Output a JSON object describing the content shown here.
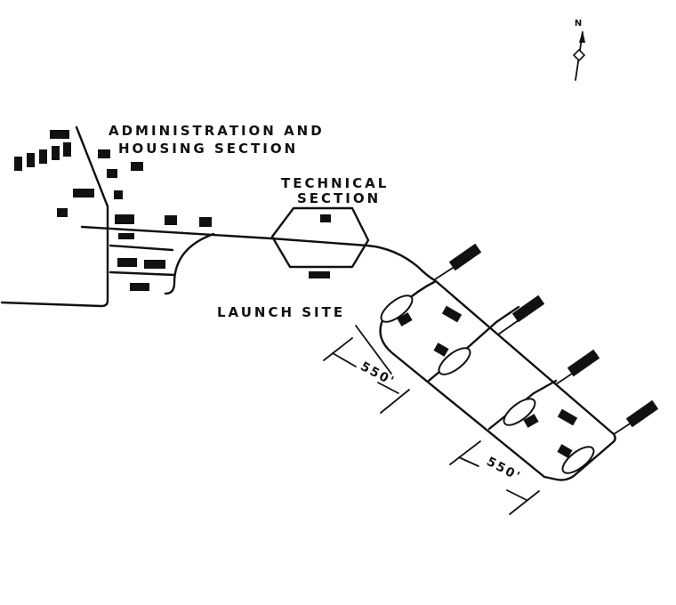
{
  "labels": {
    "admin_line1": "ADMINISTRATION AND",
    "admin_line2": "HOUSING SECTION",
    "technical_line1": "TECHNICAL",
    "technical_line2": "SECTION",
    "launch_site": "LAUNCH SITE"
  },
  "dimensions": {
    "upper": "550'",
    "lower": "550'"
  },
  "north_arrow": {
    "letter": "N",
    "icon": "north-arrow-icon"
  },
  "colors": {
    "ink": "#111111",
    "paper": "#ffffff"
  }
}
